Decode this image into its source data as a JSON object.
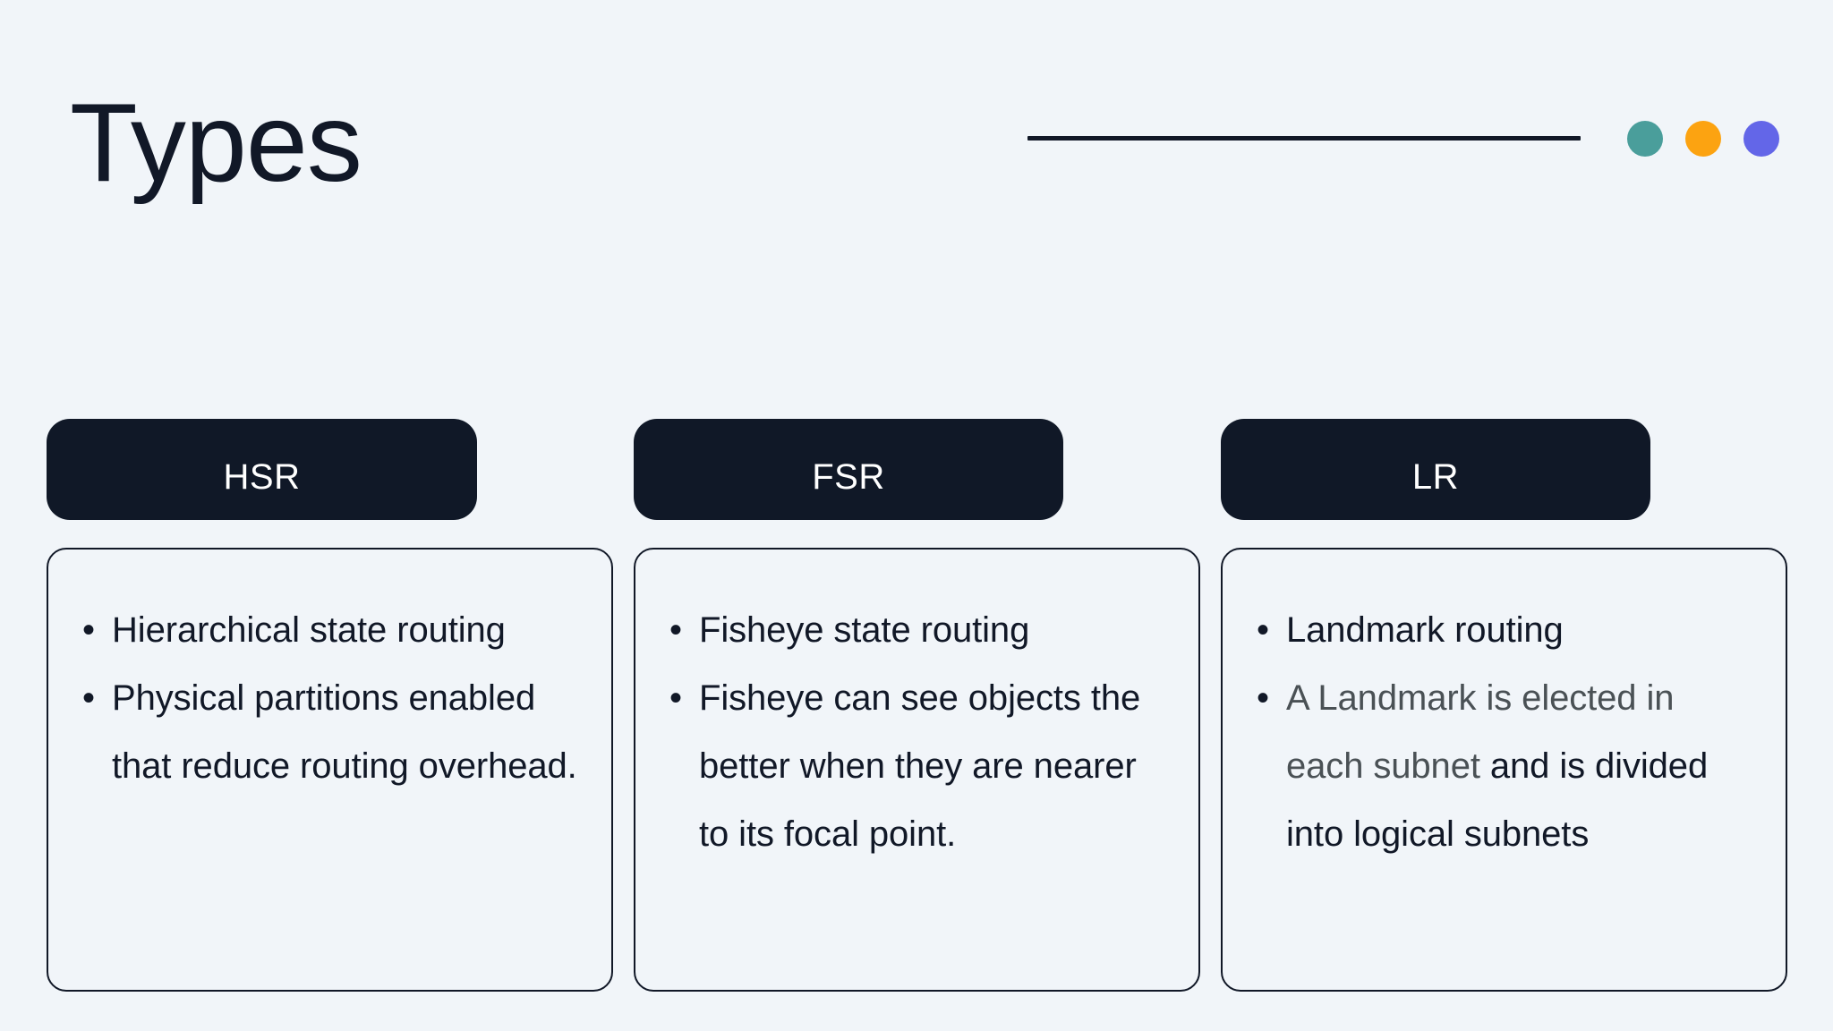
{
  "slide": {
    "title": "Types",
    "background_color": "#f1f5f9",
    "ink_color": "#111827",
    "muted_text_color": "#4a5155"
  },
  "decoration": {
    "rule_label": "horizontal-rule",
    "dots": [
      {
        "name": "teal-dot",
        "color": "#4a9e9b"
      },
      {
        "name": "orange-dot",
        "color": "#fca311"
      },
      {
        "name": "purple-dot",
        "color": "#6366e8"
      }
    ]
  },
  "columns": [
    {
      "header": "HSR",
      "bullets": [
        {
          "segments": [
            {
              "text": "Hierarchical state routing",
              "muted": false
            }
          ]
        },
        {
          "segments": [
            {
              "text": "Physical partitions enabled that reduce routing overhead.",
              "muted": false
            }
          ]
        }
      ]
    },
    {
      "header": "FSR",
      "bullets": [
        {
          "segments": [
            {
              "text": "Fisheye state routing",
              "muted": false
            }
          ]
        },
        {
          "segments": [
            {
              "text": "Fisheye can see objects the better when they are nearer to its focal point.",
              "muted": false
            }
          ]
        }
      ]
    },
    {
      "header": "LR",
      "bullets": [
        {
          "segments": [
            {
              "text": "Landmark routing",
              "muted": false
            }
          ]
        },
        {
          "segments": [
            {
              "text": "A Landmark is elected in each subnet ",
              "muted": true
            },
            {
              "text": "and is divided into logical subnets",
              "muted": false
            }
          ]
        }
      ]
    }
  ]
}
